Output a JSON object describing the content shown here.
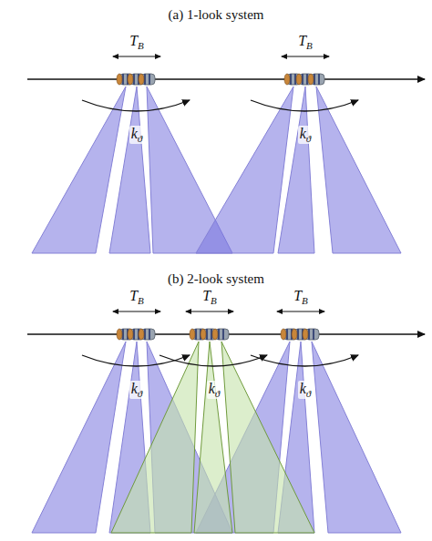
{
  "diagram": {
    "labels": [
      "(a) 1-look system",
      "TB",
      "TB",
      "kϑ",
      "kϑ",
      "(b) 2-look system",
      "TB",
      "TB",
      "TB",
      "kϑ",
      "kϑ",
      "kϑ"
    ]
  }
}
